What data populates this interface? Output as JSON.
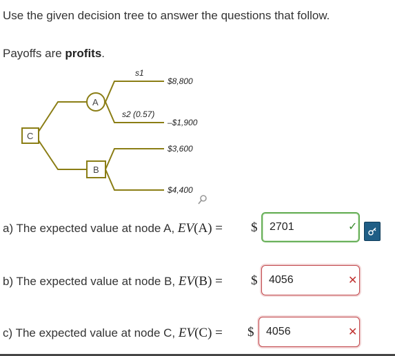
{
  "instruction": "Use the given decision tree to answer the questions that follow.",
  "payoffs": {
    "prefix": "Payoffs are ",
    "bold": "profits",
    "suffix": "."
  },
  "tree": {
    "nodes": {
      "c": "C",
      "a": "A",
      "b": "B"
    },
    "branches": {
      "s1": "s1",
      "s2": "s2 (0.57)"
    },
    "outcomes": [
      "$8,800",
      "–$1,900",
      "$3,600",
      "$4,400"
    ]
  },
  "questions": [
    {
      "prefix": "a) The expected value at node A, ",
      "ev": "EV",
      "arg": "(A)",
      "eq": " = ",
      "dollar": "$",
      "answer": "2701",
      "status": "correct",
      "mark": "✓"
    },
    {
      "prefix": "b) The expected value at node B, ",
      "ev": "EV",
      "arg": "(B)",
      "eq": " = ",
      "dollar": "$",
      "answer": "4056",
      "status": "incorrect",
      "mark": "✕"
    },
    {
      "prefix": "c) The expected value at node C, ",
      "ev": "EV",
      "arg": "(C)",
      "eq": " = ",
      "dollar": "$",
      "answer": "4056",
      "status": "incorrect",
      "mark": "✕"
    }
  ],
  "colors": {
    "tree": "#8a7d14",
    "correct": "#69b05a",
    "incorrect": "#c1464a",
    "key_button": "#1f5e86"
  }
}
